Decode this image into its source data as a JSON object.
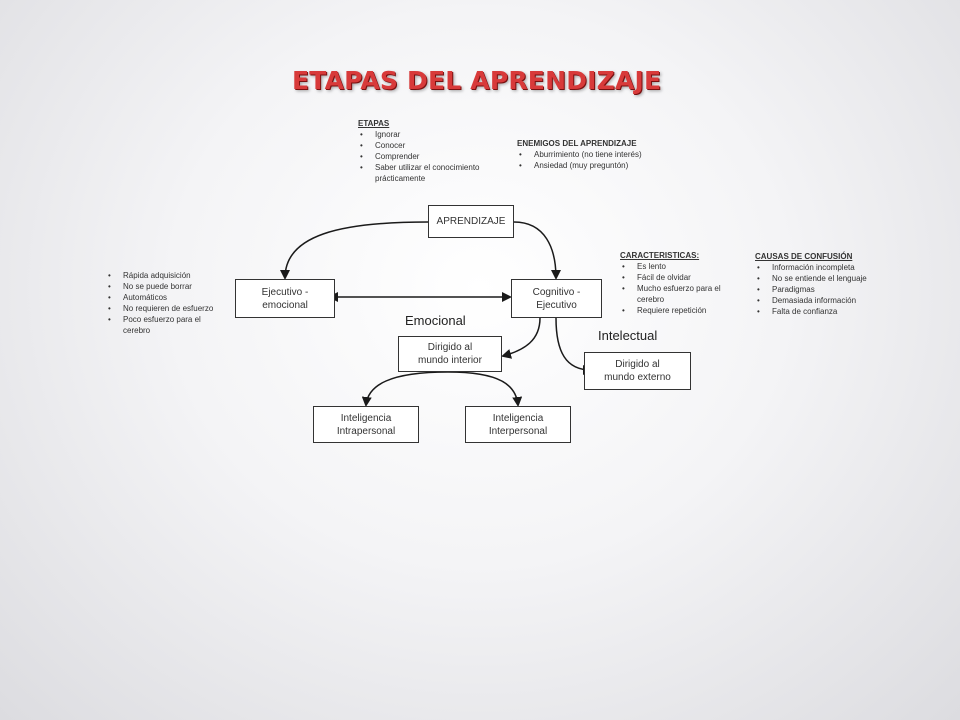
{
  "title": "ETAPAS DEL APRENDIZAJE",
  "nodes": {
    "aprendizaje": "APRENDIZAJE",
    "ejecutivo_emocional": "Ejecutivo -\nemocional",
    "cognitivo_ejecutivo": "Cognitivo -\nEjecutivo",
    "mundo_interior": "Dirigido al\nmundo interior",
    "mundo_externo": "Dirigido al\nmundo externo",
    "intrapersonal": "Inteligencia\nIntrapersonal",
    "interpersonal": "Inteligencia\nInterpersonal"
  },
  "edge_labels": {
    "emocional": "Emocional",
    "intelectual": "Intelectual"
  },
  "notes": {
    "etapas": {
      "heading": "ETAPAS",
      "items": [
        "Ignorar",
        "Conocer",
        "Comprender",
        "Saber utilizar el conocimiento prácticamente"
      ]
    },
    "enemigos": {
      "heading": "ENEMIGOS DEL APRENDIZAJE",
      "items": [
        "Aburrimiento (no tiene interés)",
        "Ansiedad (muy preguntón)"
      ]
    },
    "caracteristicas": {
      "heading": "CARACTERISTICAS:",
      "items": [
        "Es lento",
        "Fácil de olvidar",
        "Mucho esfuerzo para el cerebro",
        "Requiere repetición"
      ]
    },
    "causas": {
      "heading": "CAUSAS DE CONFUSIÓN",
      "items": [
        "Información incompleta",
        "No se entiende el lenguaje",
        "Paradigmas",
        "Demasiada información",
        "Falta de confianza"
      ]
    },
    "emocional_items": {
      "items": [
        "Rápida adquisición",
        "No se puede borrar",
        "Automáticos",
        "No requieren de esfuerzo",
        "Poco esfuerzo para el cerebro"
      ]
    }
  }
}
